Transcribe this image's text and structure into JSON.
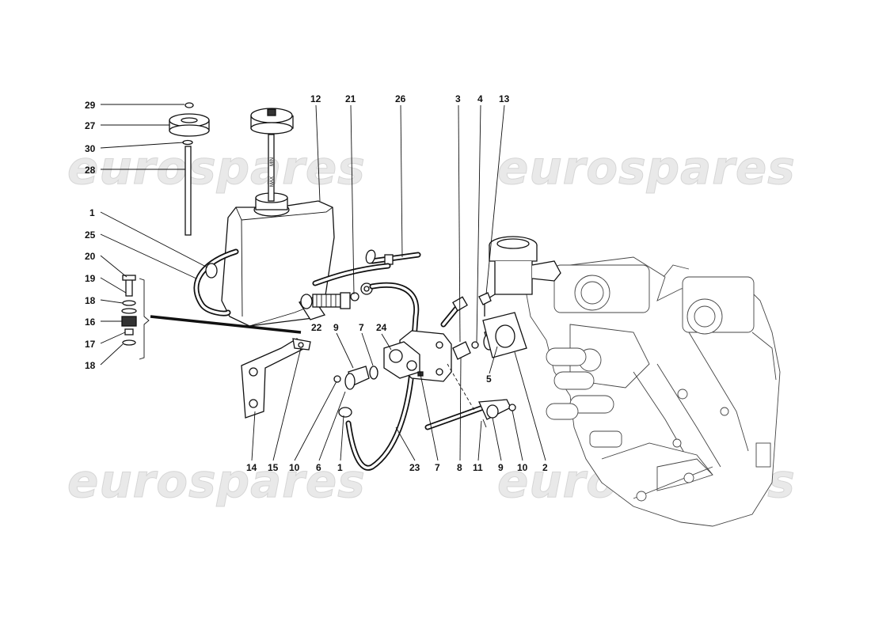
{
  "watermark": {
    "text": "eurospares"
  },
  "callouts": [
    {
      "id": "c29",
      "text": "29"
    },
    {
      "id": "c27",
      "text": "27"
    },
    {
      "id": "c30",
      "text": "30"
    },
    {
      "id": "c28",
      "text": "28"
    },
    {
      "id": "c1a",
      "text": "1"
    },
    {
      "id": "c25",
      "text": "25"
    },
    {
      "id": "c20",
      "text": "20"
    },
    {
      "id": "c19",
      "text": "19"
    },
    {
      "id": "c18a",
      "text": "18"
    },
    {
      "id": "c16",
      "text": "16"
    },
    {
      "id": "c17",
      "text": "17"
    },
    {
      "id": "c18b",
      "text": "18"
    },
    {
      "id": "c12",
      "text": "12"
    },
    {
      "id": "c21",
      "text": "21"
    },
    {
      "id": "c26",
      "text": "26"
    },
    {
      "id": "c3",
      "text": "3"
    },
    {
      "id": "c4",
      "text": "4"
    },
    {
      "id": "c13",
      "text": "13"
    },
    {
      "id": "c22",
      "text": "22"
    },
    {
      "id": "c9a",
      "text": "9"
    },
    {
      "id": "c7a",
      "text": "7"
    },
    {
      "id": "c24",
      "text": "24"
    },
    {
      "id": "c5",
      "text": "5"
    },
    {
      "id": "c14",
      "text": "14"
    },
    {
      "id": "c15",
      "text": "15"
    },
    {
      "id": "c10a",
      "text": "10"
    },
    {
      "id": "c6",
      "text": "6"
    },
    {
      "id": "c1b",
      "text": "1"
    },
    {
      "id": "c23",
      "text": "23"
    },
    {
      "id": "c7b",
      "text": "7"
    },
    {
      "id": "c8",
      "text": "8"
    },
    {
      "id": "c11",
      "text": "11"
    },
    {
      "id": "c9b",
      "text": "9"
    },
    {
      "id": "c10b",
      "text": "10"
    },
    {
      "id": "c2",
      "text": "2"
    }
  ],
  "dipstick_marks": {
    "max": "MAX",
    "min": "MIN"
  }
}
